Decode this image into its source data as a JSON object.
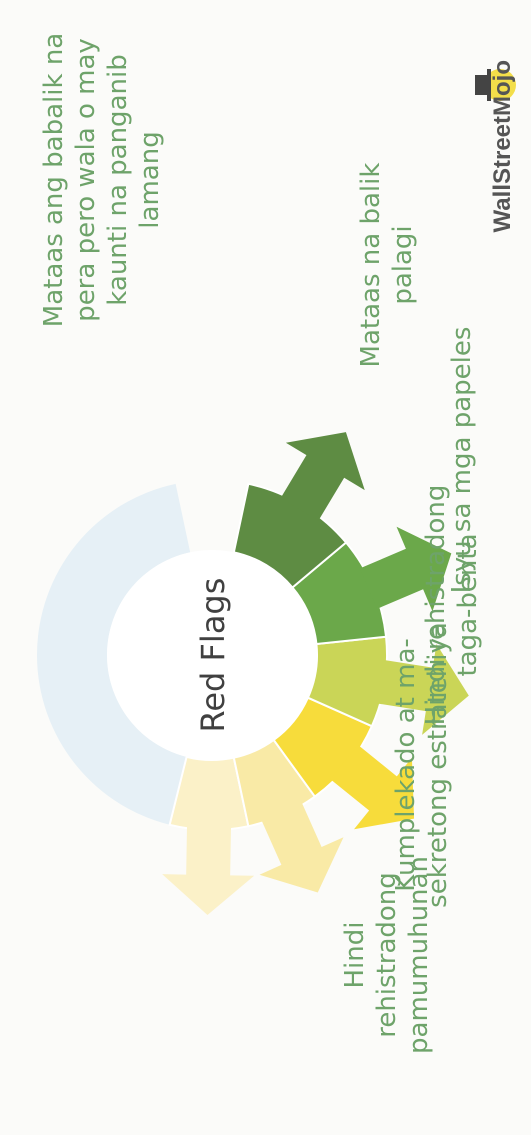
{
  "diagram": {
    "center_title": "Red Flags",
    "brand": "WallStreetMojo",
    "items": [
      {
        "label_lines": [
          "Hindi",
          "rehistradong",
          "pamumuhunan"
        ],
        "color": "#fbf1c8"
      },
      {
        "label_lines": [
          "Kumplekado at ma-",
          "sekretong estratehiya"
        ],
        "color": "#f9eaa6"
      },
      {
        "label_lines": [
          "Hindi rehistradong",
          "taga-benta"
        ],
        "color": "#f7dc3b"
      },
      {
        "label_lines": [
          "Isyu sa mga papeles"
        ],
        "color": "#cad557"
      },
      {
        "label_lines": [
          "Mataas na balik",
          "palagi"
        ],
        "color": "#6ba84a"
      },
      {
        "label_lines": [
          "Mataas ang babalik na",
          "pera pero wala o may",
          "kaunti na panganib",
          "lamang"
        ],
        "color": "#5e8c43"
      }
    ],
    "ring_background_color": "#e6f0f6"
  }
}
